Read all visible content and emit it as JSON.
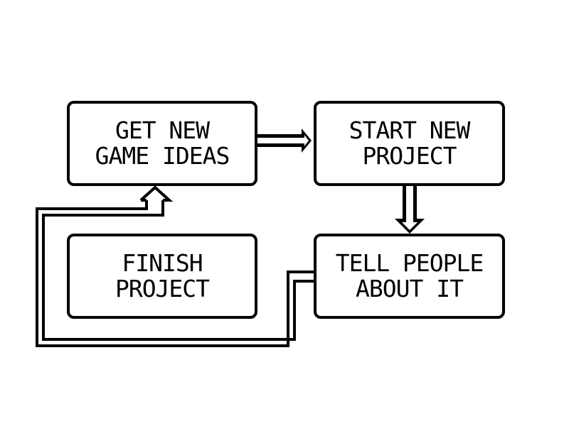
{
  "diagram": {
    "colors": {
      "stroke": "#000000",
      "fill": "#ffffff"
    },
    "boxes": {
      "get_ideas": "GET NEW\nGAME IDEAS",
      "start_project": "START NEW\nPROJECT",
      "finish_project": "FINISH\nPROJECT",
      "tell_people": "TELL PEOPLE\nABOUT IT"
    },
    "edges": [
      {
        "from": "get_ideas",
        "to": "start_project"
      },
      {
        "from": "start_project",
        "to": "tell_people"
      },
      {
        "from": "tell_people",
        "to": "get_ideas"
      }
    ]
  }
}
